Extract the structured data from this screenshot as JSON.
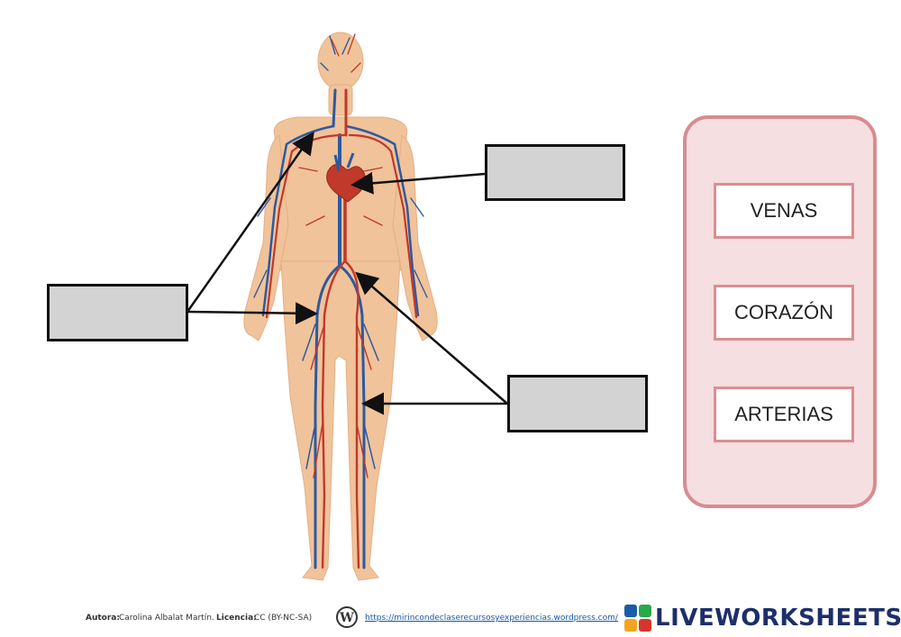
{
  "worksheet": {
    "drop_boxes": [
      {
        "id": "heart-answer",
        "value": ""
      },
      {
        "id": "arteries-answer",
        "value": ""
      },
      {
        "id": "veins-answer",
        "value": ""
      }
    ],
    "word_bank": [
      "VENAS",
      "CORAZÓN",
      "ARTERIAS"
    ]
  },
  "footer": {
    "author_label": "Autora:",
    "author": "Carolina Albalat Martín.",
    "license_label": "Licencia:",
    "license": "CC (BY-NC-SA)",
    "url": "https://mirincondeclaserecursosyexperiencias.wordpress.com/",
    "brand": "LIVEWORKSHEETS"
  },
  "colors": {
    "artery": "#c0392b",
    "vein": "#2c5aa0",
    "skin": "#f1c39a",
    "heart": "#c0392b",
    "bank_border": "#d98b90",
    "bank_fill": "#f5dfe0"
  }
}
